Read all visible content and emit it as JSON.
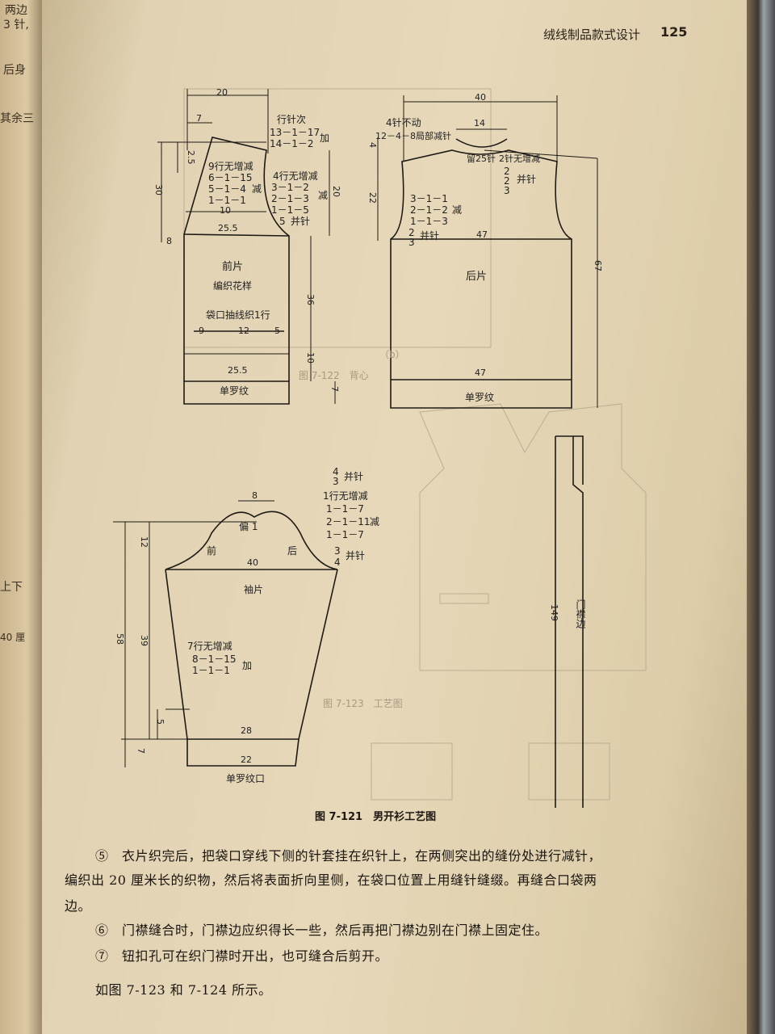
{
  "header": {
    "title": "绒线制品款式设计",
    "page_number": "125"
  },
  "left_page": {
    "fragments": [
      "两边",
      "3 针,",
      "后身",
      "其余三",
      "上下",
      "40 厘"
    ]
  },
  "front": {
    "title": "前片",
    "pattern": "编织花样",
    "dims": {
      "top": "20",
      "top_inner": "7",
      "side_30": "30",
      "side_2_5": "2.5",
      "side_8": "8",
      "shoulder_10": "10",
      "width_25_5": "25.5",
      "pocket_9": "9",
      "pocket_12": "12",
      "pocket_5": "5",
      "height_36": "36",
      "height_10": "10",
      "bottom_25_5": "25.5",
      "rib_7": "7",
      "armhole_20": "20"
    },
    "pocket_note": "袋口抽线织1行",
    "row_header": "行针次",
    "row_rules": [
      "13－1－17",
      "14－1－2"
    ],
    "row_add": "加",
    "neck_rules": [
      "9行无增减",
      "6－1－15",
      "5－1－4",
      "1－1－1"
    ],
    "neck_dec": "减",
    "arm_rules": [
      "4行无增减",
      "3－1－2",
      "2－1－3",
      "1－1－5"
    ],
    "arm_dec": "减",
    "bind_5": "5",
    "bind_off": "并针",
    "rib": "单罗纹"
  },
  "back": {
    "title": "后片",
    "dims": {
      "top": "40",
      "neck": "14",
      "side_4": "4",
      "side_22": "22",
      "width_47": "47",
      "height_67": "67",
      "bottom_47": "47"
    },
    "notes": [
      "4针不动",
      "12－4－8局部减针",
      "留25针",
      "2针无增减"
    ],
    "rules_right": [
      "2",
      "2",
      "3"
    ],
    "rules_right_label": "并针",
    "arm_rules": [
      "3－1－1",
      "2－1－2",
      "1－1－3"
    ],
    "arm_dec": "减",
    "bind": [
      "2",
      "3"
    ],
    "bind_label": "并针",
    "rib": "单罗纹"
  },
  "sleeve": {
    "title": "袖片",
    "front_label": "前",
    "back_label": "后",
    "offset": "偏 1",
    "dims": {
      "top_8": "8",
      "cap_12": "12",
      "width_40": "40",
      "total_58": "58",
      "side_39": "39",
      "side_5": "5",
      "cuff_28": "28",
      "rib_7": "7",
      "rib_22": "22"
    },
    "inc_rules": [
      "7行无增减",
      "8－1－15",
      "1－1－1"
    ],
    "inc_label": "加",
    "cap_rules": [
      "1行无增减",
      "1－1－7",
      "2－1－11",
      "1－1－7"
    ],
    "cap_dec": "减",
    "cap_top": [
      "4",
      "3"
    ],
    "cap_bottom": [
      "3",
      "4"
    ],
    "cap_bind": "并针",
    "rib": "单罗纹口"
  },
  "placket": {
    "length": "149",
    "label": "门襟边"
  },
  "caption": "图 7-121　男开衫工艺图",
  "paragraphs": [
    "⑤　衣片织完后，把袋口穿线下侧的针套挂在织针上，在两侧突出的缝份处进行减针，",
    "编织出 20 厘米长的织物，然后将表面折向里侧，在袋口位置上用缝针缝缀。再缝合口袋两",
    "边。",
    "⑥　门襟缝合时，门襟边应织得长一些，然后再把门襟边别在门襟上固定住。",
    "⑦　钮扣孔可在织门襟时开出，也可缝合后剪开。",
    "如图 7-123 和 7-124 所示。"
  ],
  "ghost_text": [
    "（b）",
    "图 7-122　背心",
    "图 7-123　工艺图"
  ]
}
